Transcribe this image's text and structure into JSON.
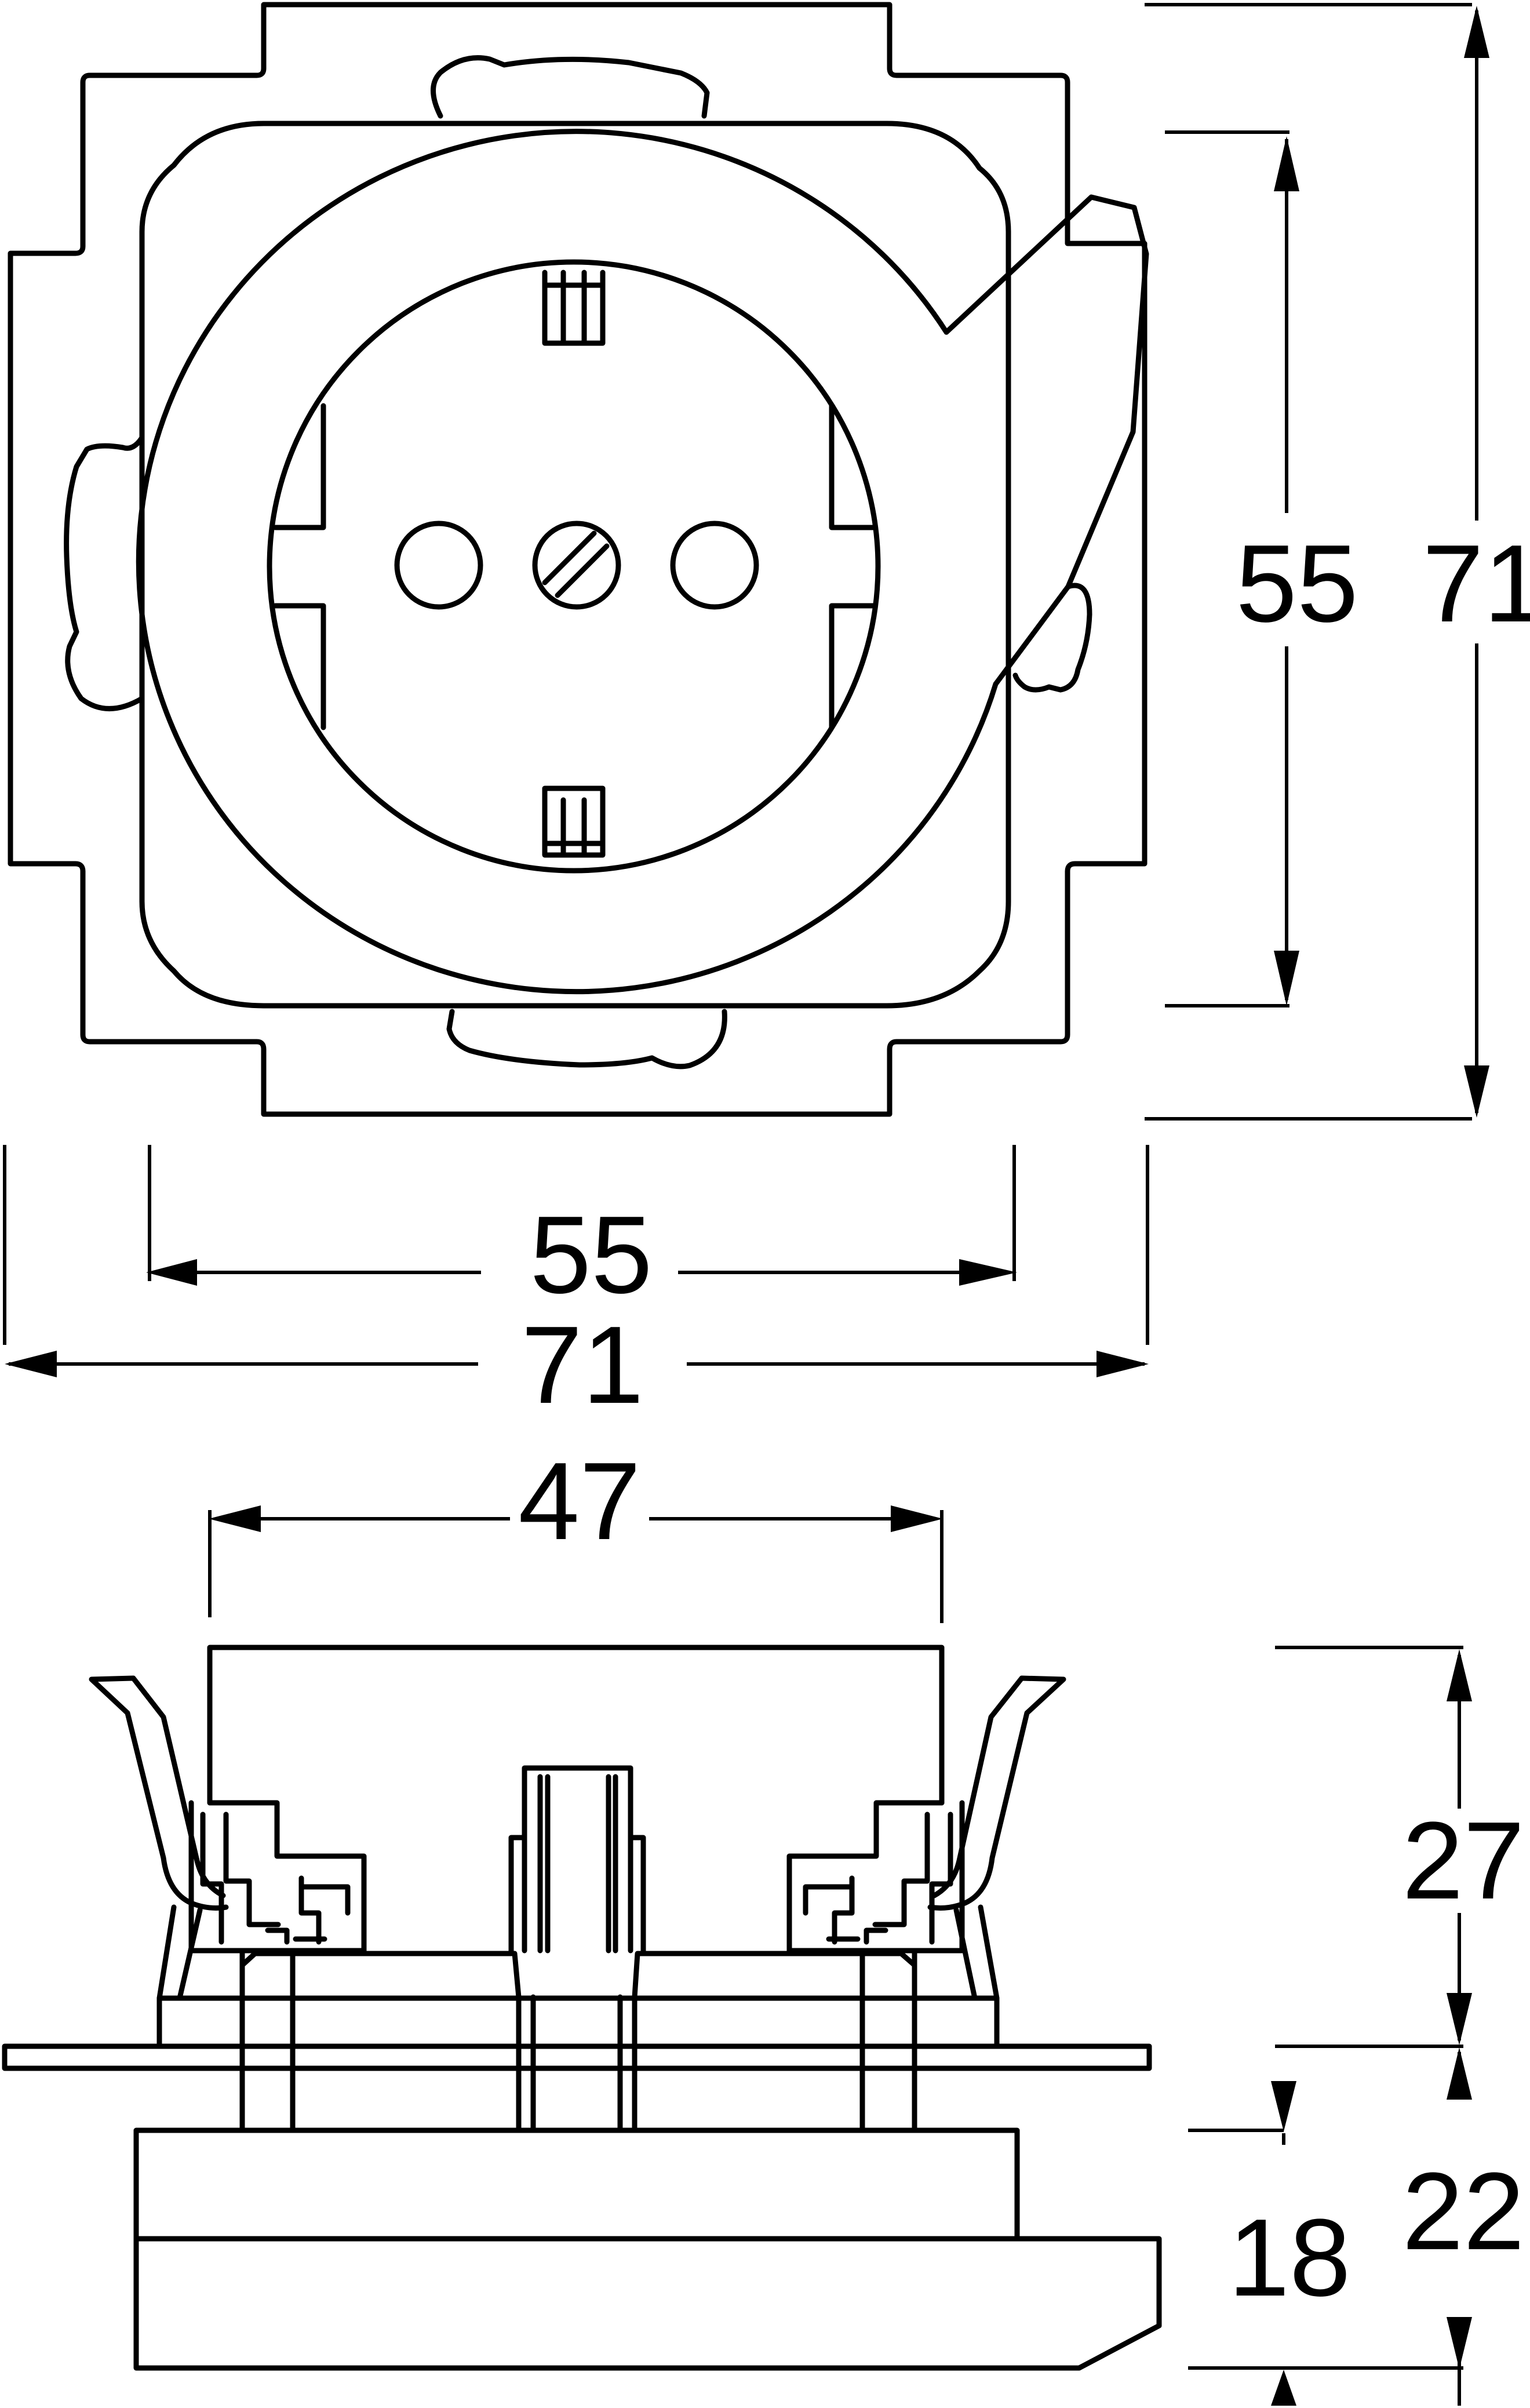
{
  "front_view": {
    "width_outer": "71",
    "width_inner": "55",
    "height_outer": "71",
    "height_inner": "55"
  },
  "side_view": {
    "top_width": "47",
    "height_upper": "27",
    "depth_total": "22",
    "depth_body": "18"
  }
}
